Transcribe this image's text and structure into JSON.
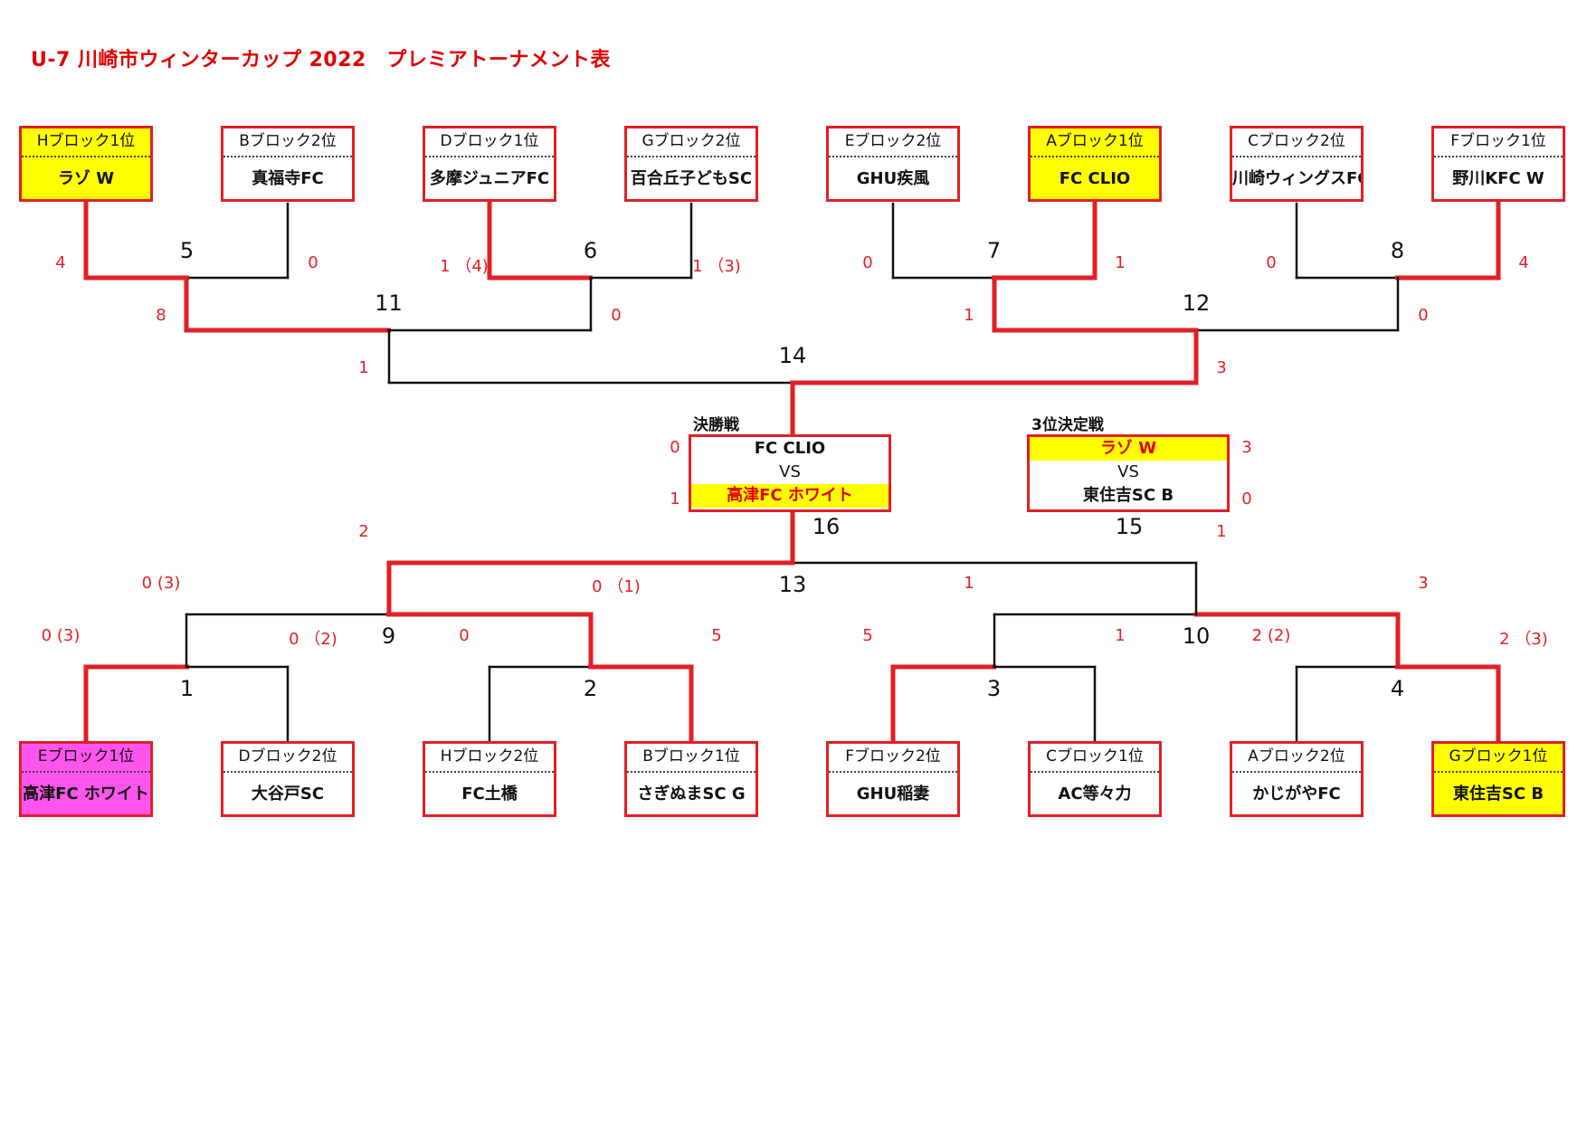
{
  "title": "U-7 川崎市ウィンターカップ 2022　プレミアトーナメント表",
  "top_teams": [
    {
      "block": "Hブロック1位",
      "name": "ラゾ W",
      "hl": "yellow"
    },
    {
      "block": "Bブロック2位",
      "name": "真福寺FC",
      "hl": ""
    },
    {
      "block": "Dブロック1位",
      "name": "多摩ジュニアFC",
      "hl": ""
    },
    {
      "block": "Gブロック2位",
      "name": "百合丘子どもSC",
      "hl": ""
    },
    {
      "block": "Eブロック2位",
      "name": "GHU疾風",
      "hl": ""
    },
    {
      "block": "Aブロック1位",
      "name": "FC CLIO",
      "hl": "yellow"
    },
    {
      "block": "Cブロック2位",
      "name": "川崎ウィングスFC",
      "hl": ""
    },
    {
      "block": "Fブロック1位",
      "name": "野川KFC W",
      "hl": ""
    }
  ],
  "bottom_teams": [
    {
      "block": "Eブロック1位",
      "name": "高津FC ホワイト",
      "hl": "pink"
    },
    {
      "block": "Dブロック2位",
      "name": "大谷戸SC",
      "hl": ""
    },
    {
      "block": "Hブロック2位",
      "name": "FC土橋",
      "hl": ""
    },
    {
      "block": "Bブロック1位",
      "name": "さぎぬまSC G",
      "hl": ""
    },
    {
      "block": "Fブロック2位",
      "name": "GHU稲妻",
      "hl": ""
    },
    {
      "block": "Cブロック1位",
      "name": "AC等々力",
      "hl": ""
    },
    {
      "block": "Aブロック2位",
      "name": "かじがやFC",
      "hl": ""
    },
    {
      "block": "Gブロック1位",
      "name": "東住吉SC B",
      "hl": "yellow"
    }
  ],
  "matches": [
    {
      "label": "5",
      "left": "4",
      "right": "0",
      "winner": "left"
    },
    {
      "label": "6",
      "left": "1 （4)",
      "right": "1 （3)",
      "winner": "left"
    },
    {
      "label": "7",
      "left": "0",
      "right": "1",
      "winner": "right"
    },
    {
      "label": "8",
      "left": "0",
      "right": "4",
      "winner": "right"
    },
    {
      "label": "11",
      "left": "8",
      "right": "0",
      "winner": "left"
    },
    {
      "label": "12",
      "left": "1",
      "right": "0",
      "winner": "left"
    },
    {
      "label": "14",
      "left": "1",
      "right": "3",
      "winner": "right"
    },
    {
      "label": "1",
      "left": "0 (3)",
      "right": "0 （2)",
      "winner": "left"
    },
    {
      "label": "2",
      "left": "0",
      "right": "5",
      "winner": "right"
    },
    {
      "label": "3",
      "left": "5",
      "right": "1",
      "winner": "left"
    },
    {
      "label": "4",
      "left": "2 (2)",
      "right": "2 （3)",
      "winner": "right"
    },
    {
      "label": "9",
      "left": "0 (3)",
      "right": "0 （1)",
      "winner": "right"
    },
    {
      "label": "10",
      "left": "1",
      "right": "3",
      "winner": "right"
    },
    {
      "label": "13",
      "left": "2",
      "right": "1",
      "winner": "left"
    }
  ],
  "final": {
    "label": "決勝戦",
    "team1": "FC CLIO",
    "score1": "0",
    "vs": "VS",
    "team2": "高津FC ホワイト",
    "score2": "1",
    "match_no": "16"
  },
  "third": {
    "label": "3位決定戦",
    "team1": "ラゾ W",
    "score1": "3",
    "vs": "VS",
    "team2": "東住吉SC B",
    "score2": "0",
    "match_no": "15"
  },
  "colors": {
    "win": "#e21f26",
    "lose": "#111111",
    "yellow": "#ffff00",
    "pink": "#ff55ee"
  }
}
